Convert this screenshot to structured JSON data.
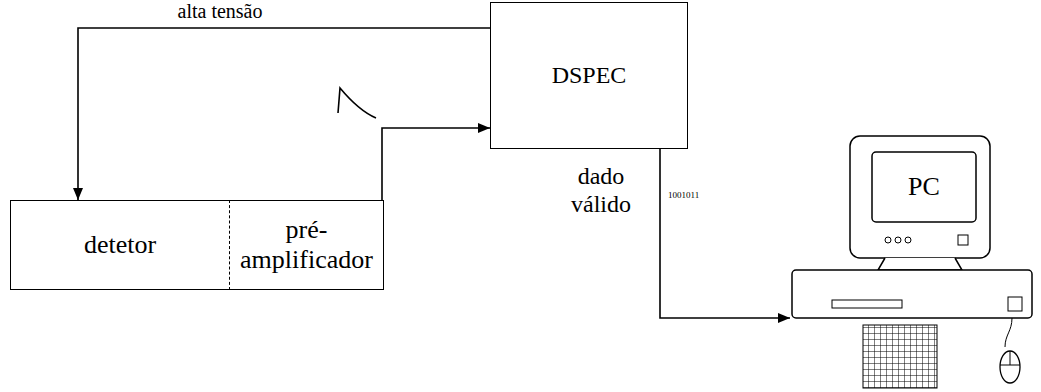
{
  "diagram": {
    "nodes": [
      {
        "text": [
          "DSPEC"
        ]
      },
      {
        "text": [
          "detetor"
        ]
      },
      {
        "text": [
          "pré- amplificador"
        ]
      },
      {
        "text": [
          "PC"
        ]
      }
    ],
    "edges": [
      {
        "from": 0,
        "to": 1,
        "label": "alta tensão",
        "arrow": "to"
      },
      {
        "from": 2,
        "to": 0,
        "arrow": "to"
      },
      {
        "from": 0,
        "to": 3,
        "label": "dado válido",
        "arrow": "to"
      }
    ],
    "labels": [
      "1001011"
    ]
  }
}
